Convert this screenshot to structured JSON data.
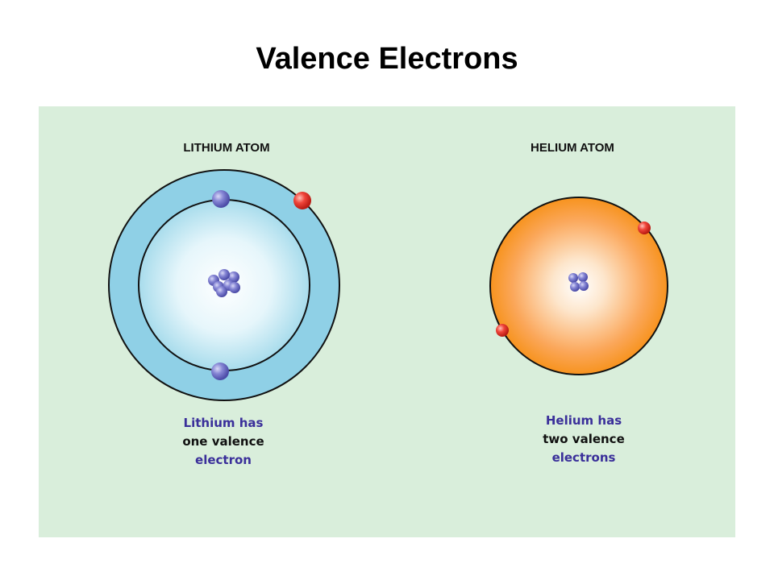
{
  "title": "Valence Electrons",
  "colors": {
    "panel": "#d9eedb",
    "lithium_shell": "#8fd0e6",
    "helium_shell": "#f7931e",
    "core_electron": "#6f6fc4",
    "valence_electron": "#e8322a",
    "caption_blue": "#3a2f9a"
  },
  "lithium": {
    "heading": "LITHIUM ATOM",
    "caption_line1": "Lithium has",
    "caption_line2": "one valence",
    "caption_line3": "electron",
    "inner_electrons": 2,
    "valence_electrons": 1
  },
  "helium": {
    "heading": "HELIUM ATOM",
    "caption_line1": "Helium has",
    "caption_line2": "two valence",
    "caption_line3": "electrons",
    "valence_electrons": 2
  }
}
